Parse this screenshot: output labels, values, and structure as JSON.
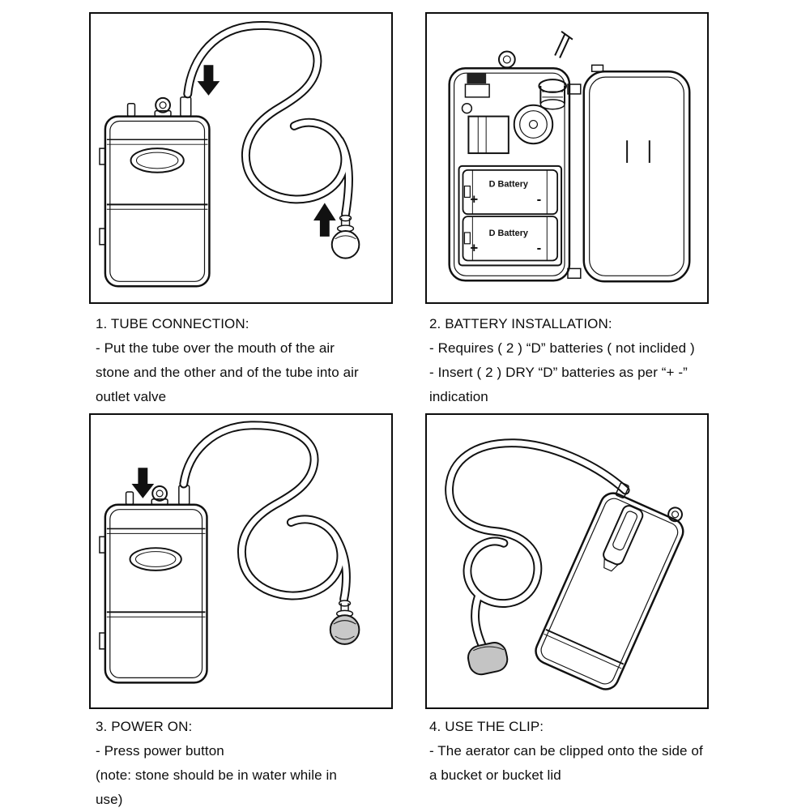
{
  "steps": [
    {
      "title": "1. TUBE CONNECTION:",
      "lines": [
        "- Put the tube over the mouth of the air",
        "stone and the other and of the tube into air",
        "outlet valve"
      ]
    },
    {
      "title": "2. BATTERY INSTALLATION:",
      "lines": [
        "- Requires ( 2 )  “D”   batteries ( not inclided )",
        "- Insert ( 2 ) DRY  “D”  batteries as per  “+ -”",
        "indication"
      ]
    },
    {
      "title": "3. POWER ON:",
      "lines": [
        "- Press power button",
        "(note: stone should be in water while in",
        "use)"
      ]
    },
    {
      "title": "4. USE THE CLIP:",
      "lines": [
        "- The aerator can be clipped onto the side of",
        "a bucket or bucket lid"
      ]
    }
  ],
  "diagram_labels": {
    "battery1": "D Battery",
    "battery2": "D Battery",
    "plus": "+",
    "minus": "-"
  },
  "colors": {
    "line": "#111111",
    "stone_fill": "#c8c8c8",
    "background": "#ffffff"
  }
}
